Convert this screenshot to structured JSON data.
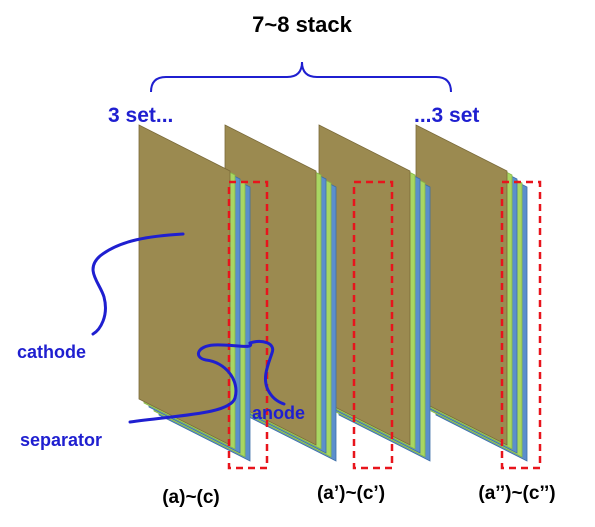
{
  "title": "7~8 stack",
  "set_left": "3 set...",
  "set_right": "...3 set",
  "labels": {
    "cathode": "cathode",
    "separator": "separator",
    "anode": "anode"
  },
  "captions": [
    "(a)~(c)",
    "(a’)~(c’)",
    "(a’’)~(c’’)"
  ],
  "colors": {
    "cathode": "#9b8a50",
    "separator": "#a8d662",
    "anode": "#5b8fcc",
    "highlight": "#e8141c",
    "annotation": "#1f1fd0"
  }
}
